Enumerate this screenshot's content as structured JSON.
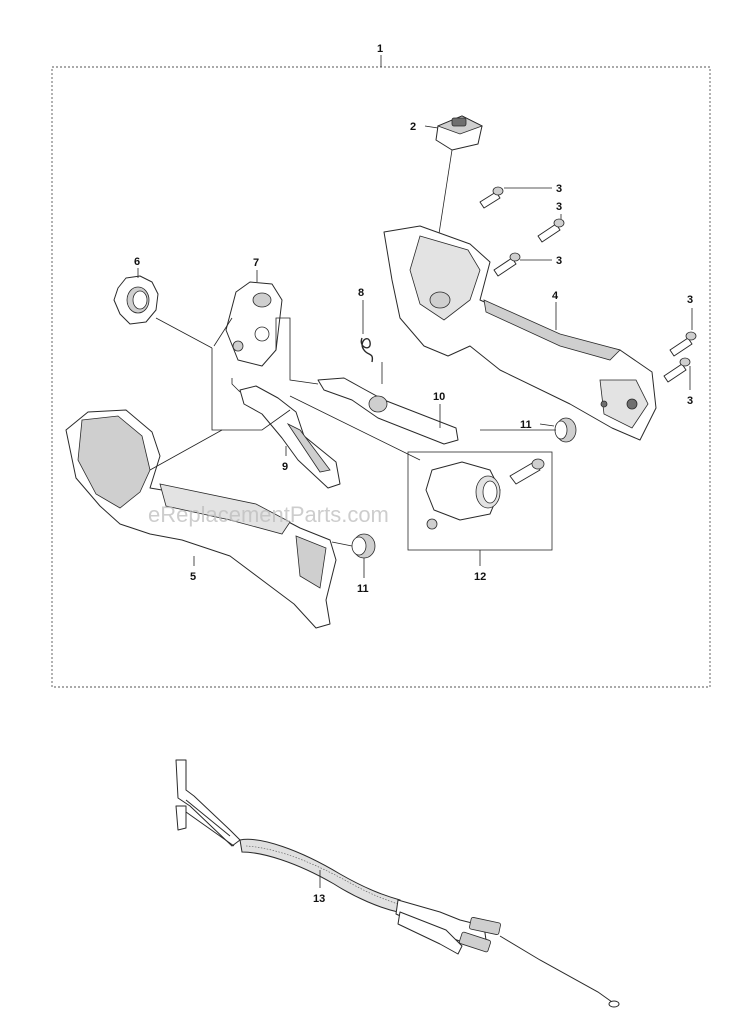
{
  "watermark": "eReplacementParts.com",
  "callouts": {
    "c1": "1",
    "c2": "2",
    "c3a": "3",
    "c3b": "3",
    "c3c": "3",
    "c3d": "3",
    "c3e": "3",
    "c4": "4",
    "c5": "5",
    "c6": "6",
    "c7": "7",
    "c8": "8",
    "c9": "9",
    "c10": "10",
    "c11a": "11",
    "c11b": "11",
    "c12": "12",
    "c13": "13"
  }
}
